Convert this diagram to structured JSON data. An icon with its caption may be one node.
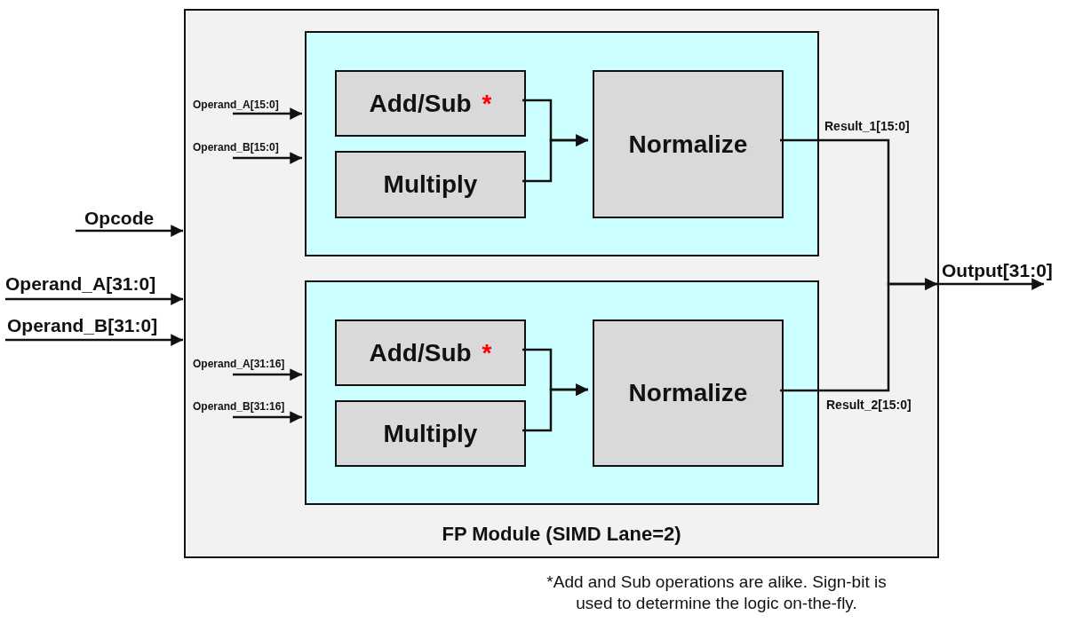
{
  "diagram": {
    "nodes": [
      {
        "text": [
          "FP Module (SIMD Lane=2)"
        ]
      },
      {
        "text": [],
        "shape": "box",
        "in": 0
      },
      {
        "text": [
          "Add/Sub",
          "*"
        ],
        "in": 1
      },
      {
        "text": [
          "Multiply"
        ],
        "in": 1
      },
      {
        "text": [
          "Normalize"
        ],
        "in": 1
      },
      {
        "text": [],
        "shape": "box",
        "in": 0
      },
      {
        "text": [
          "Add/Sub",
          "*"
        ],
        "in": 5
      },
      {
        "text": [
          "Multiply"
        ],
        "in": 5
      },
      {
        "text": [
          "Normalize"
        ],
        "in": 5
      },
      {
        "text": [
          "Opcode"
        ]
      },
      {
        "text": [
          "Operand_A[31:0]"
        ]
      },
      {
        "text": [
          "Operand_B[31:0]"
        ]
      },
      {
        "text": [
          "Operand_A[15:0]"
        ],
        "in": 0
      },
      {
        "text": [
          "Operand_B[15:0]"
        ],
        "in": 0
      },
      {
        "text": [
          "Operand_A[31:16]"
        ],
        "in": 0
      },
      {
        "text": [
          "Operand_B[31:16]"
        ],
        "in": 0
      },
      {
        "text": [
          "Output[31:0]"
        ]
      }
    ],
    "edges": [
      {
        "from": 9,
        "to": 0,
        "arrow": "to"
      },
      {
        "from": 10,
        "to": 0,
        "arrow": "to"
      },
      {
        "from": 11,
        "to": 0,
        "arrow": "to"
      },
      {
        "from": 12,
        "to": 1,
        "arrow": "to"
      },
      {
        "from": 13,
        "to": 1,
        "arrow": "to"
      },
      {
        "from": 14,
        "to": 5,
        "arrow": "to"
      },
      {
        "from": 15,
        "to": 5,
        "arrow": "to"
      },
      {
        "from": 2,
        "to": 4,
        "arrow": "to"
      },
      {
        "from": 3,
        "to": 4,
        "arrow": "to"
      },
      {
        "from": 6,
        "to": 8,
        "arrow": "to"
      },
      {
        "from": 7,
        "to": 8,
        "arrow": "to"
      },
      {
        "from": 4,
        "to": 0,
        "arrow": "to",
        "label": "Result_1[15:0]"
      },
      {
        "from": 8,
        "to": 0,
        "arrow": "to",
        "label": "Result_2[15:0]"
      },
      {
        "from": 0,
        "to": 16,
        "arrow": "to"
      }
    ],
    "labels": [
      "*Add and Sub operations are alike. Sign-bit is used to determine the logic on-the-fly."
    ]
  }
}
